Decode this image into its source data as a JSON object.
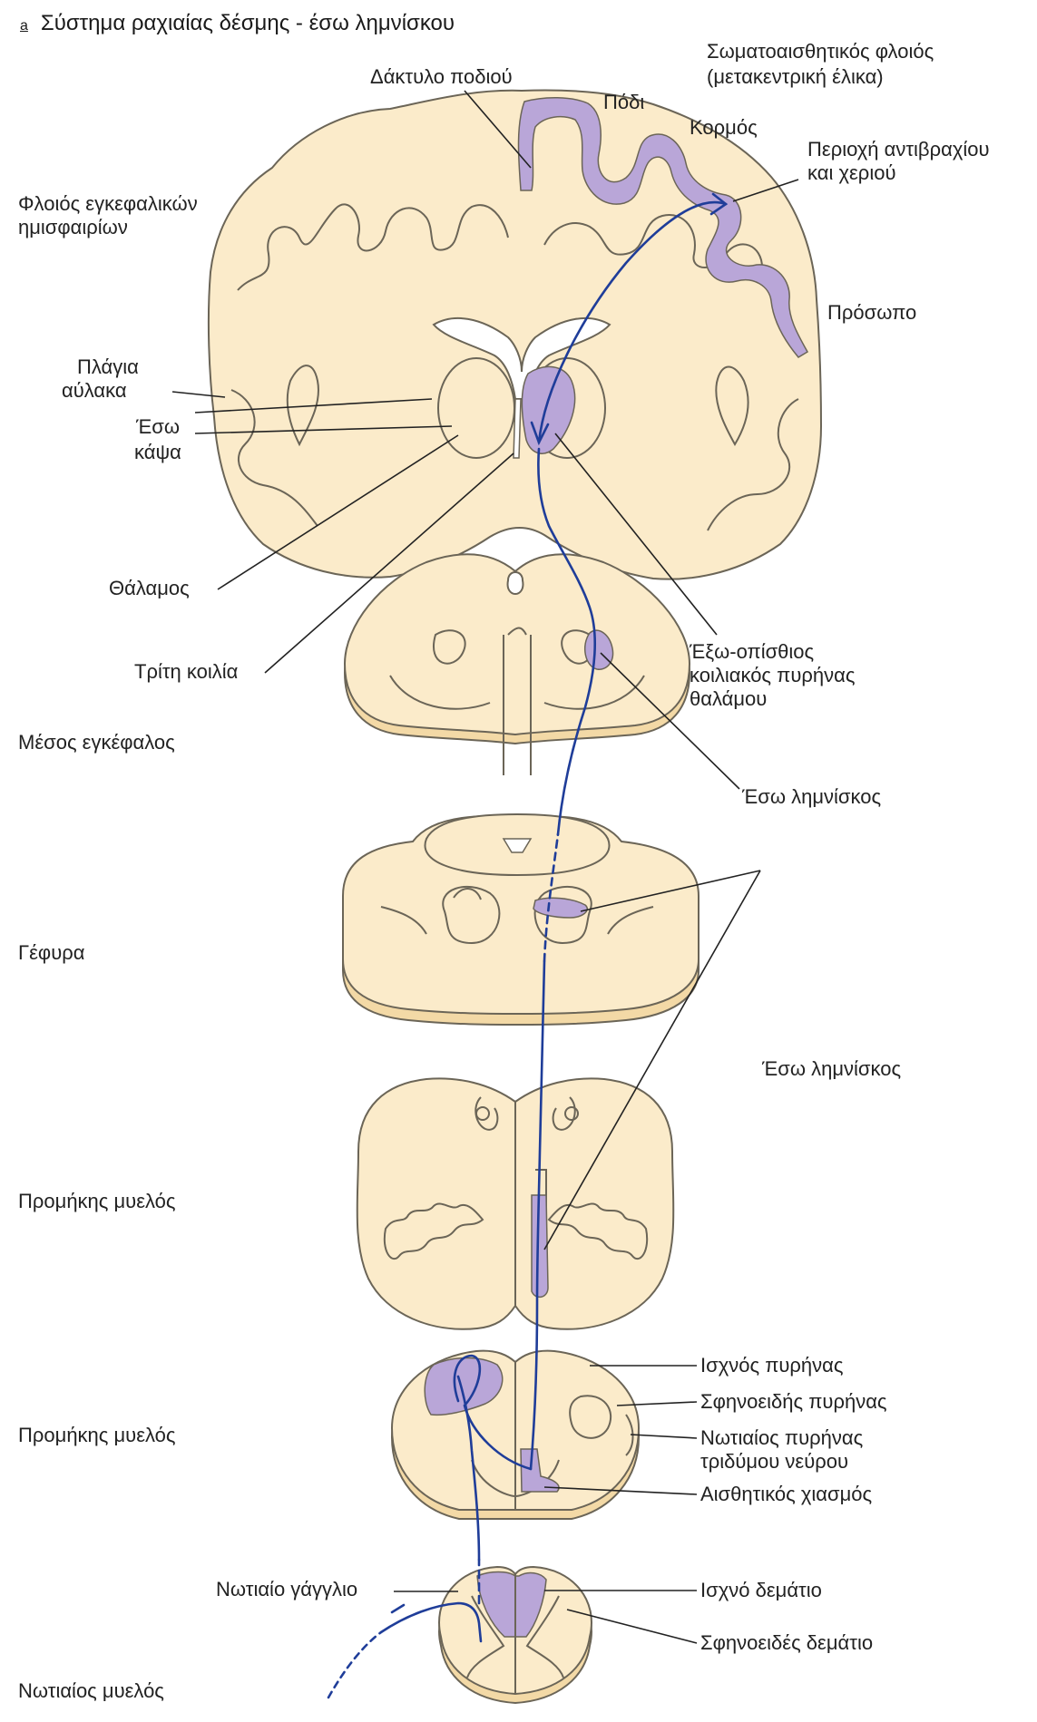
{
  "title": {
    "marker": "a",
    "text": "Σύστημα ραχιαίας δέσμης - έσω λημνίσκου"
  },
  "labels": {
    "somatosensory_cortex": "Σωματοαισθητικός φλοιός",
    "postcentral_gyrus": "(μετακεντρική έλικα)",
    "toes": "Δάκτυλο ποδιού",
    "foot": "Πόδι",
    "trunk": "Κορμός",
    "forearm_hand_1": "Περιοχή αντιβραχίου",
    "forearm_hand_2": "και χεριού",
    "face": "Πρόσωπο",
    "cortex_1": "Φλοιός εγκεφαλικών",
    "cortex_2": "ημισφαιρίων",
    "lateral_sulcus_1": "Πλάγια",
    "lateral_sulcus_2": "αύλακα",
    "internal_capsule_1": "Έσω",
    "internal_capsule_2": "κάψα",
    "thalamus": "Θάλαμος",
    "third_ventricle": "Τρίτη κοιλία",
    "vpl_1": "Έξω-οπίσθιος",
    "vpl_2": "κοιλιακός πυρήνας",
    "vpl_3": "θαλάμου",
    "midbrain": "Μέσος εγκέφαλος",
    "medial_lemniscus_a": "Έσω λημνίσκος",
    "pons": "Γέφυρα",
    "medial_lemniscus_b": "Έσω λημνίσκος",
    "medulla_upper": "Προμήκης μυελός",
    "medulla_lower": "Προμήκης μυελός",
    "gracile_nucleus": "Ισχνός πυρήνας",
    "cuneate_nucleus": "Σφηνοειδής πυρήνας",
    "trigeminal_1": "Νωτιαίος πυρήνας",
    "trigeminal_2": "τριδύμου νεύρου",
    "sensory_decussation": "Αισθητικός χιασμός",
    "dorsal_root_ganglion": "Νωτιαίο γάγγλιο",
    "gracile_fasciculus": "Ισχνό δεμάτιο",
    "cuneate_fasciculus": "Σφηνοειδές δεμάτιο",
    "spinal_cord": "Νωτιαίος μυελός"
  },
  "colors": {
    "tissue": "#fbebca",
    "tissue_dark": "#f3d9a6",
    "outline": "#6b6557",
    "highlight": "#b9a6d8",
    "pathway": "#1f3d99",
    "leader": "#222222",
    "text": "#222222"
  }
}
